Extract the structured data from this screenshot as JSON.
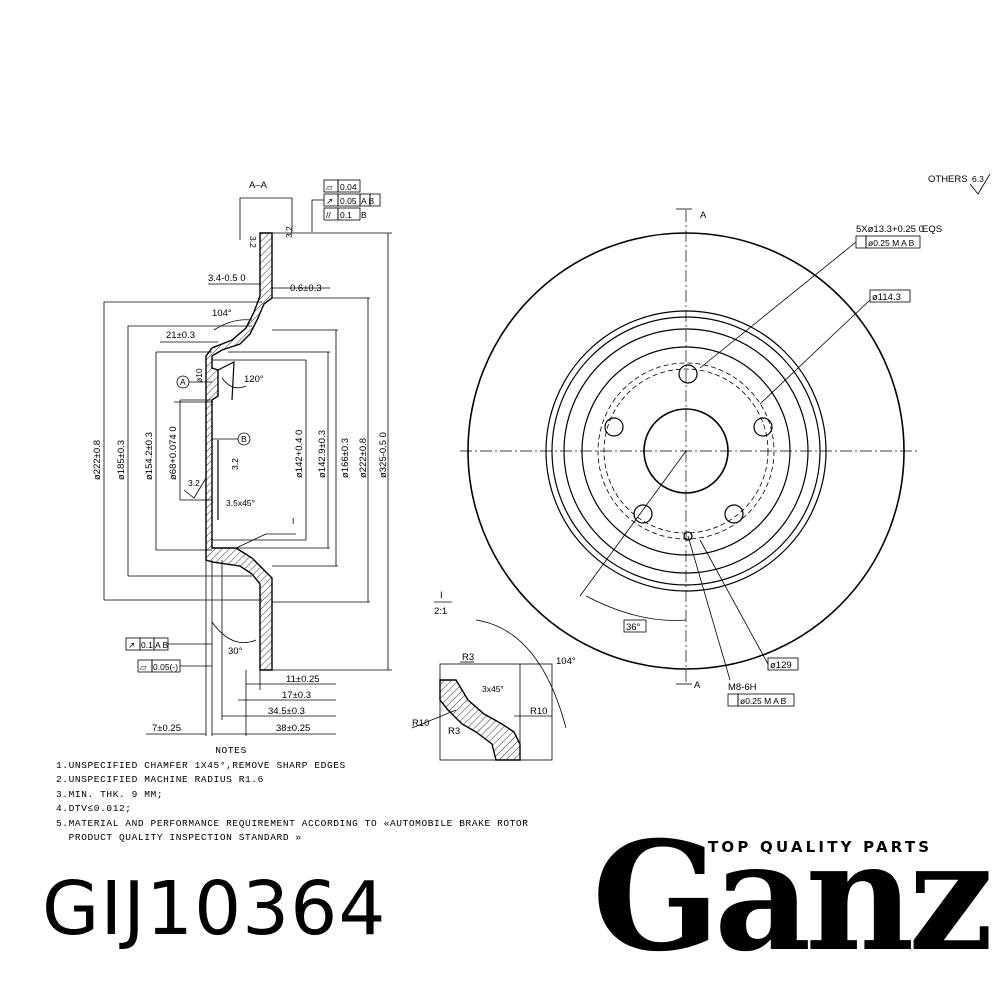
{
  "section": {
    "title": "A–A",
    "scale_num": "I",
    "scale": "2:1",
    "detail_label": "I",
    "view_marker": "A"
  },
  "roughness": {
    "general": "OTHERS",
    "general_value": "6.3",
    "value": "3.2"
  },
  "section_view": {
    "callouts": [
      "A",
      "B"
    ],
    "dims_left": [
      "ø222±0.8",
      "ø185±0.3",
      "ø154.2±0.3",
      "ø68+0.074 0"
    ],
    "dims_right": [
      "ø142+0.4 0",
      "ø142.9±0.3",
      "ø166±0.3",
      "ø222±0.8",
      "ø325-0.5 0"
    ],
    "top": [
      "3.4-0.5 0",
      "0.6±0.3",
      "104°",
      "21±0.3",
      "120°",
      "ø10"
    ],
    "bottom": [
      "11±0.25",
      "17±0.3",
      "34.5±0.3",
      "38±0.25",
      "7±0.25",
      "30°",
      "3.5x45°"
    ]
  },
  "tolerances_top": [
    {
      "symbol": "▱",
      "value": "0.04",
      "datum": ""
    },
    {
      "symbol": "↗",
      "value": "0.05",
      "datum": "A B"
    },
    {
      "symbol": "//",
      "value": "0.1",
      "datum": "B"
    }
  ],
  "tolerances_left": [
    {
      "symbol": "↗",
      "value": "0.1",
      "datum": "A B"
    },
    {
      "symbol": "▱",
      "value": "0.05(-)",
      "datum": ""
    }
  ],
  "front_view": {
    "holes": "5Xø13.3+0.25 0",
    "holes_suffix": "EQS",
    "holes_tolerance": "ø0.25 M A B",
    "pcd": "ø114.3",
    "angle": "36°",
    "thread": "M8-6H",
    "thread_tolerance": "ø0.25 M A B",
    "thread_circle": "ø129"
  },
  "detail_view": {
    "radii": [
      "R3",
      "R10",
      "R3",
      "R10"
    ],
    "chamfer": "3x45°",
    "angle": "104°"
  },
  "notes": {
    "title": "NOTES",
    "items": [
      "1.UNSPECIFIED CHAMFER 1X45°,REMOVE SHARP EDGES",
      "2.UNSPECIFIED MACHINE RADIUS R1.6",
      "3.MIN. THK. 9 MM;",
      "4.DTV≤0.012;",
      "5.MATERIAL AND PERFORMANCE REQUIREMENT ACCORDING TO «AUTOMOBILE BRAKE ROTOR",
      "  PRODUCT QUALITY INSPECTION STANDARD »"
    ]
  },
  "part_number": "GIJ10364",
  "brand": {
    "name": "Ganz",
    "tagline": "TOP QUALITY PARTS"
  }
}
